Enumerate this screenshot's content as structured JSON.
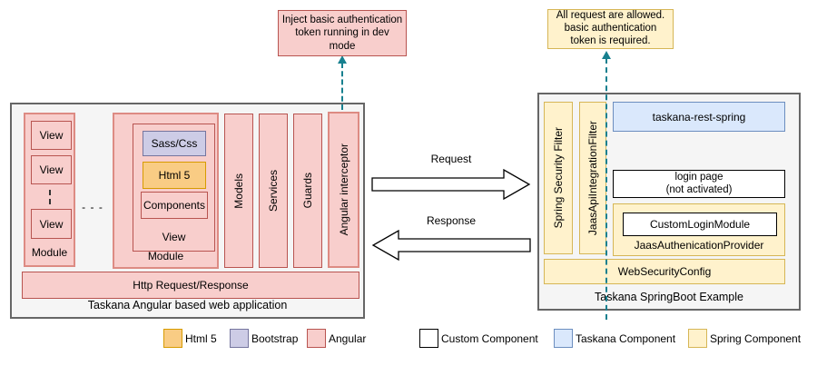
{
  "callout_left": {
    "text": "Inject basic authentication\ntoken running in dev\nmode"
  },
  "callout_right": {
    "text": "All request are allowed.\nbasic authentication\ntoken is required."
  },
  "angular_app": {
    "title": "Taskana Angular based web application",
    "module1": {
      "label": "Module",
      "views": [
        "View",
        "View",
        "View"
      ]
    },
    "modules_gap": "- - -",
    "module2": {
      "label": "Module",
      "view_label": "View",
      "sass": "Sass/Css",
      "html": "Html 5",
      "components": "Components"
    },
    "bars": [
      "Models",
      "Services",
      "Guards",
      "Angular interceptor"
    ],
    "http_bar": "Http Request/Response"
  },
  "arrows": {
    "request": "Request",
    "response": "Response"
  },
  "springboot": {
    "title": "Taskana SpringBoot Example",
    "filters": [
      "Spring Security Filter",
      "JaasApiIntegrationFilter"
    ],
    "rest": "taskana-rest-spring",
    "login": "login page\n(not activated)",
    "custom_login": "CustomLoginModule",
    "jaas_provider": "JaasAuthenicationProvider",
    "web_security": "WebSecurityConfig"
  },
  "legend": {
    "items": [
      {
        "label": "Html 5",
        "fill": "#f9cc84",
        "stroke": "#d79b00"
      },
      {
        "label": "Bootstrap",
        "fill": "#cdcce6",
        "stroke": "#75759e"
      },
      {
        "label": "Angular",
        "fill": "#f8cecc",
        "stroke": "#b85450"
      },
      {
        "label": "Custom Component",
        "fill": "#ffffff",
        "stroke": "#000000"
      },
      {
        "label": "Taskana Component",
        "fill": "#dae8fc",
        "stroke": "#6c8ebf"
      },
      {
        "label": "Spring Component",
        "fill": "#fff2cc",
        "stroke": "#d6b656"
      }
    ]
  },
  "colors": {
    "angular_fill": "#f8cecc",
    "angular_stroke": "#b85450",
    "spring_fill": "#fff2cc",
    "spring_stroke": "#d6b656",
    "taskana_fill": "#dae8fc",
    "taskana_stroke": "#6c8ebf",
    "container_fill": "#f5f5f5",
    "container_stroke": "#666666",
    "connector_teal": "#17808f"
  }
}
